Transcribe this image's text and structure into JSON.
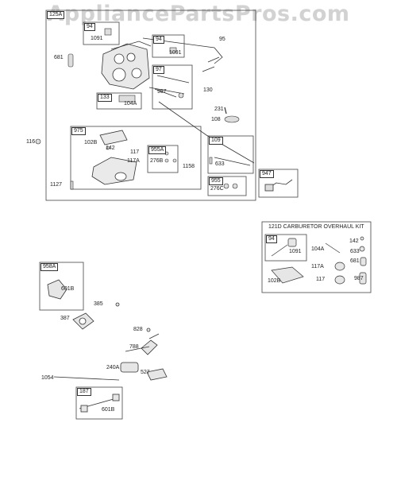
{
  "watermark": "AppliancePartsPros.com",
  "groups": {
    "g125a": "125A",
    "g975": "975",
    "g955a": "955A",
    "g109": "109",
    "g955": "955",
    "g947": "947",
    "g133": "133",
    "g97": "97",
    "g94a": "94",
    "g94b": "94",
    "g958a": "958A",
    "g187": "187",
    "g94k": "94"
  },
  "labels": {
    "l95": "95",
    "l1091a": "1091",
    "l1091b": "1091",
    "l681": "681",
    "l130": "130",
    "l987": "987",
    "l104a": "104A",
    "l231": "231",
    "l108": "108",
    "l116": "116",
    "l102b": "102B",
    "l142": "142",
    "l117": "117",
    "l117a": "117A",
    "l276b": "276B",
    "l1158": "1158",
    "l633": "633",
    "l1127": "1127",
    "l276c": "276C",
    "l601b": "601B",
    "l385": "385",
    "l387": "387",
    "l828": "828",
    "l788": "788",
    "l240a": "240A",
    "l527": "527",
    "l1054": "1054",
    "l601b2": "601B"
  },
  "kit": {
    "title": "121D CARBURETOR OVERHAUL KIT",
    "l1091": "1091",
    "l104a": "104A",
    "l142": "142",
    "l633": "633",
    "l681": "681",
    "l102b": "102B",
    "l117a": "117A",
    "l117": "117",
    "l987": "987"
  }
}
